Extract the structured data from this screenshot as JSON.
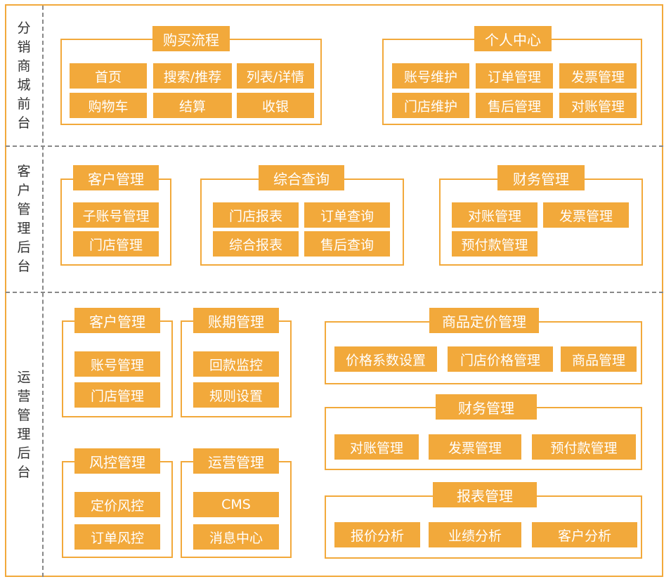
{
  "colors": {
    "accent": "#F2A93B",
    "divider": "#888888",
    "text": "#333333"
  },
  "sections": {
    "storefront": {
      "label_chars": [
        "分",
        "销",
        "商",
        "城",
        "前",
        "台"
      ],
      "purchase": {
        "title": "购买流程",
        "items": [
          "首页",
          "搜索/推荐",
          "列表/详情",
          "购物车",
          "结算",
          "收银"
        ]
      },
      "personal": {
        "title": "个人中心",
        "items": [
          "账号维护",
          "订单管理",
          "发票管理",
          "门店维护",
          "售后管理",
          "对账管理"
        ]
      }
    },
    "customer": {
      "label_chars": [
        "客",
        "户",
        "管",
        "理",
        "后",
        "台"
      ],
      "client": {
        "title": "客户管理",
        "items": [
          "子账号管理",
          "门店管理"
        ]
      },
      "query": {
        "title": "综合查询",
        "items": [
          "门店报表",
          "订单查询",
          "综合报表",
          "售后查询"
        ]
      },
      "finance": {
        "title": "财务管理",
        "items": [
          "对账管理",
          "发票管理",
          "预付款管理"
        ]
      }
    },
    "operations": {
      "label_chars": [
        "运",
        "营",
        "管",
        "理",
        "后",
        "台"
      ],
      "client": {
        "title": "客户管理",
        "items": [
          "账号管理",
          "门店管理"
        ]
      },
      "period": {
        "title": "账期管理",
        "items": [
          "回款监控",
          "规则设置"
        ]
      },
      "risk": {
        "title": "风控管理",
        "items": [
          "定价风控",
          "订单风控"
        ]
      },
      "ops": {
        "title": "运营管理",
        "items": [
          "CMS",
          "消息中心"
        ]
      },
      "pricing": {
        "title": "商品定价管理",
        "items": [
          "价格系数设置",
          "门店价格管理",
          "商品管理"
        ]
      },
      "finance": {
        "title": "财务管理",
        "items": [
          "对账管理",
          "发票管理",
          "预付款管理"
        ]
      },
      "reports": {
        "title": "报表管理",
        "items": [
          "报价分析",
          "业绩分析",
          "客户分析"
        ]
      }
    }
  }
}
